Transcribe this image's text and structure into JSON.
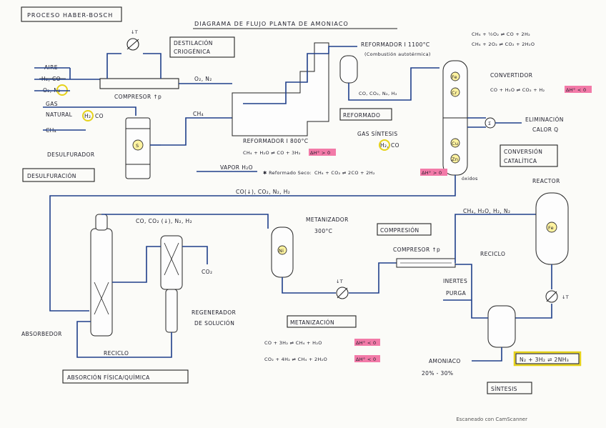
{
  "titles": {
    "process": "PROCESO HABER-BOSCH",
    "diagram": "DIAGRAMA DE FLUJO PLANTA DE AMONIACO"
  },
  "inputs": {
    "aire": "AIRE",
    "h2co": "H₂, CO",
    "o2n2": "O₂, N₂",
    "gas": "GAS",
    "natural": "NATURAL",
    "ch4": "CH₄",
    "h2co_circled": "H₂, CO"
  },
  "units": {
    "destilacion": [
      "DESTILACIÓN",
      "CRIOGÉNICA"
    ],
    "compresor1": "COMPRESOR ↑p",
    "o2n2_line": "O₂, N₂",
    "ch4_line": "CH₄",
    "desulfurador": "DESULFURADOR",
    "desulfuracion": "DESULFURACIÓN",
    "s_catalyst": "S",
    "reformador1": "REFORMADOR I 1100°C",
    "reformador1_sub": "(Combustión autotérmica)",
    "reformador1_out": "CO, CO₂, N₂, H₂",
    "reformado": "REFORMADO",
    "gas_sintesis": "GAS SÍNTESIS",
    "gas_sintesis_sub": "H₂, CO",
    "reformador2": "REFORMADOR I 800°C",
    "vapor": "VAPOR H₂O",
    "stream_mix": "CO(↓), CO₂, N₂, H₂",
    "convertidor": "CONVERTIDOR",
    "eliminacion": "ELIMINACIÓN",
    "calor": "CALOR Q",
    "conversion": [
      "CONVERSIÓN",
      "CATALÍTICA"
    ],
    "oxidos": "óxidos",
    "cat_fe": "Fe",
    "cat_cr": "Cr",
    "cat_cu": "Cu",
    "cat_zn": "Zn",
    "sigma": "Σ",
    "dT": "↓T",
    "absorption_stream": "CO, CO₂ (↓), N₂, H₂",
    "co2": "CO₂",
    "absorbedor": "ABSORBEDOR",
    "regenerador": [
      "REGENERADOR",
      "DE SOLUCIÓN"
    ],
    "reciclo1": "RECICLO",
    "absorcion": "ABSORCIÓN FÍSICA/QUÍMICA",
    "metanizador": [
      "METANIZADOR",
      "300°C"
    ],
    "cat_ni": "Ni",
    "compresion": "COMPRESIÓN",
    "metanizacion": "METANIZACIÓN",
    "compresor2": "COMPRESOR ↑p",
    "reciclo2": "RECICLO",
    "inertes": "INERTES",
    "purga": "PURGA",
    "reactor_feed": "CH₄, H₂O, H₂, N₂",
    "reactor": "REACTOR",
    "amoniaco": "AMONIACO",
    "amoniaco_pct": "20% - 30%",
    "sintesis": "SÍNTESIS"
  },
  "equations": {
    "top1": "CH₄ + ½O₂ ⇌ CO + 2H₂",
    "top2": "CH₄ + 2O₂ ⇌ CO₂ + 2H₂O",
    "reform": "CH₄ + H₂O ⇌ CO + 3H₂",
    "reform_dh": "ΔH° > 0",
    "seco_label": "✱ Reformado Seco:",
    "seco": "CH₄ + CO₂ ⇌ 2CO + 2H₂",
    "seco_dh": "ΔH° > 0",
    "shift": "CO + H₂O ⇌ CO₂ + H₂",
    "shift_dh": "ΔH° < 0",
    "meth1": "CO + 3H₂ ⇌ CH₄ + H₂O",
    "meth1_dh": "ΔH° < 0",
    "meth2": "CO₂ + 4H₂ ⇌ CH₄ + 2H₂O",
    "meth2_dh": "ΔH° < 0",
    "nh3": "N₂ + 3H₂ ⇌ 2NH₃"
  },
  "footer": "Escaneado con CamScanner",
  "colors": {
    "flow": "#1f3f8a",
    "highlight_pink": "#f27aa8",
    "highlight_yellow": "#e6d21a"
  }
}
